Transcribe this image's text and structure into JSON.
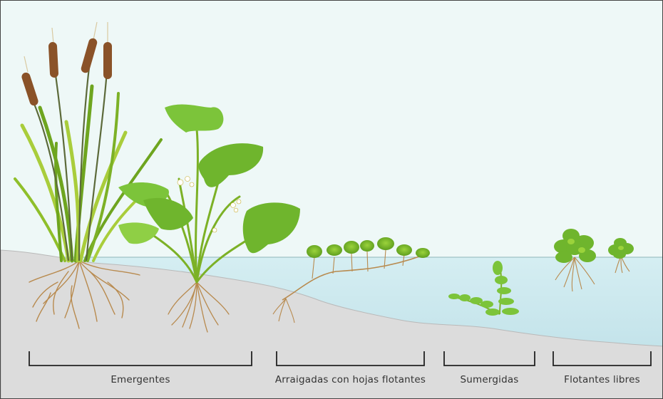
{
  "diagram": {
    "categories": [
      {
        "id": "emergentes",
        "label": "Emergentes"
      },
      {
        "id": "arraigadas",
        "label": "Arraigadas con hojas flotantes"
      },
      {
        "id": "sumergidas",
        "label": "Sumergidas"
      },
      {
        "id": "flotantes",
        "label": "Flotantes libres"
      }
    ]
  },
  "colors": {
    "sky": "#eef8f7",
    "water": "#cfe9ee",
    "ground": "#dcdcdc",
    "leaf_dark": "#6ea51f",
    "leaf_light": "#a9cd3b",
    "cattail": "#8a5228",
    "root": "#b88a4e",
    "bracket": "#222222"
  }
}
